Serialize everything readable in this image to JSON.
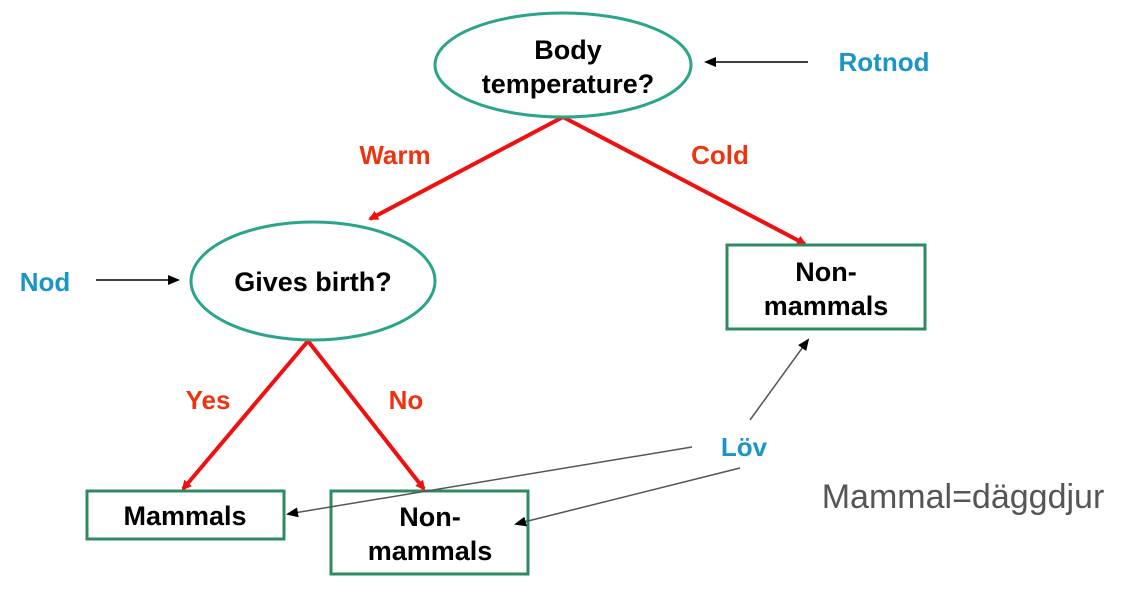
{
  "colors": {
    "node_border": "#2aa58a",
    "leaf_border": "#2e8b61",
    "edge": "#ee1111",
    "edge_label": "#ee3311",
    "annotation": "#1a95c4",
    "note": "#555555",
    "pointer": "#000000"
  },
  "nodes": {
    "root": {
      "line1": "Body",
      "line2": "temperature?"
    },
    "gives_birth": {
      "label": "Gives birth?"
    },
    "leaf_cold": {
      "line1": "Non-",
      "line2": "mammals"
    },
    "leaf_yes": {
      "label": "Mammals"
    },
    "leaf_no": {
      "line1": "Non-",
      "line2": "mammals"
    }
  },
  "edges": {
    "warm": "Warm",
    "cold": "Cold",
    "yes": "Yes",
    "no": "No"
  },
  "annotations": {
    "root": "Rotnod",
    "node": "Nod",
    "leaf": "Löv"
  },
  "note": "Mammal=däggdjur"
}
